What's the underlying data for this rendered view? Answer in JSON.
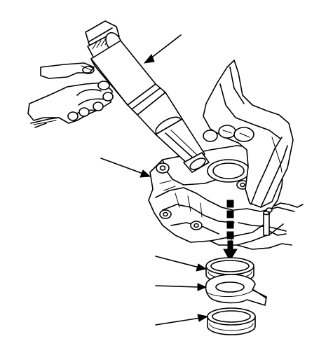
{
  "figure": {
    "callouts": [
      {
        "id": "driver"
      },
      {
        "id": "housing"
      },
      {
        "id": "seal-upper"
      },
      {
        "id": "seal-middle"
      },
      {
        "id": "seal-lower"
      }
    ]
  }
}
